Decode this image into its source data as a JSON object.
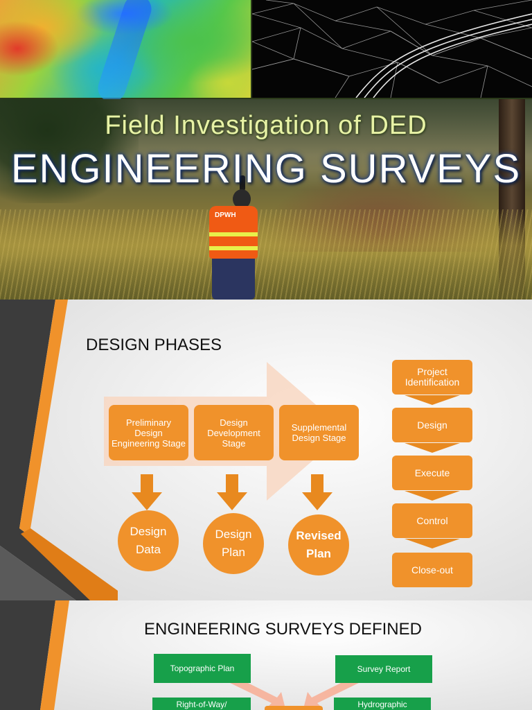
{
  "slide1": {
    "subtitle": "Field Investigation of DED",
    "title": "ENGINEERING SURVEYS",
    "vest_label": "DPWH"
  },
  "slide2": {
    "title": "DESIGN PHASES",
    "stages": [
      "Preliminary Design Engineering Stage",
      "Design Development Stage",
      "Supplemental Design Stage"
    ],
    "outcomes": [
      {
        "line1": "Design",
        "line2": "Data"
      },
      {
        "line1": "Design",
        "line2": "Plan"
      },
      {
        "line1": "Revised",
        "line2": "Plan"
      }
    ],
    "project_phases": [
      "Project Identification",
      "Design",
      "Execute",
      "Control",
      "Close-out"
    ]
  },
  "slide3": {
    "title": "ENGINEERING SURVEYS DEFINED",
    "boxes": [
      "Topographic Plan",
      "Survey Report",
      "Right-of-Way/",
      "Hydrographic"
    ]
  },
  "colors": {
    "accent_orange": "#f0922b",
    "green": "#17a04a",
    "dark_gray": "#444444"
  }
}
